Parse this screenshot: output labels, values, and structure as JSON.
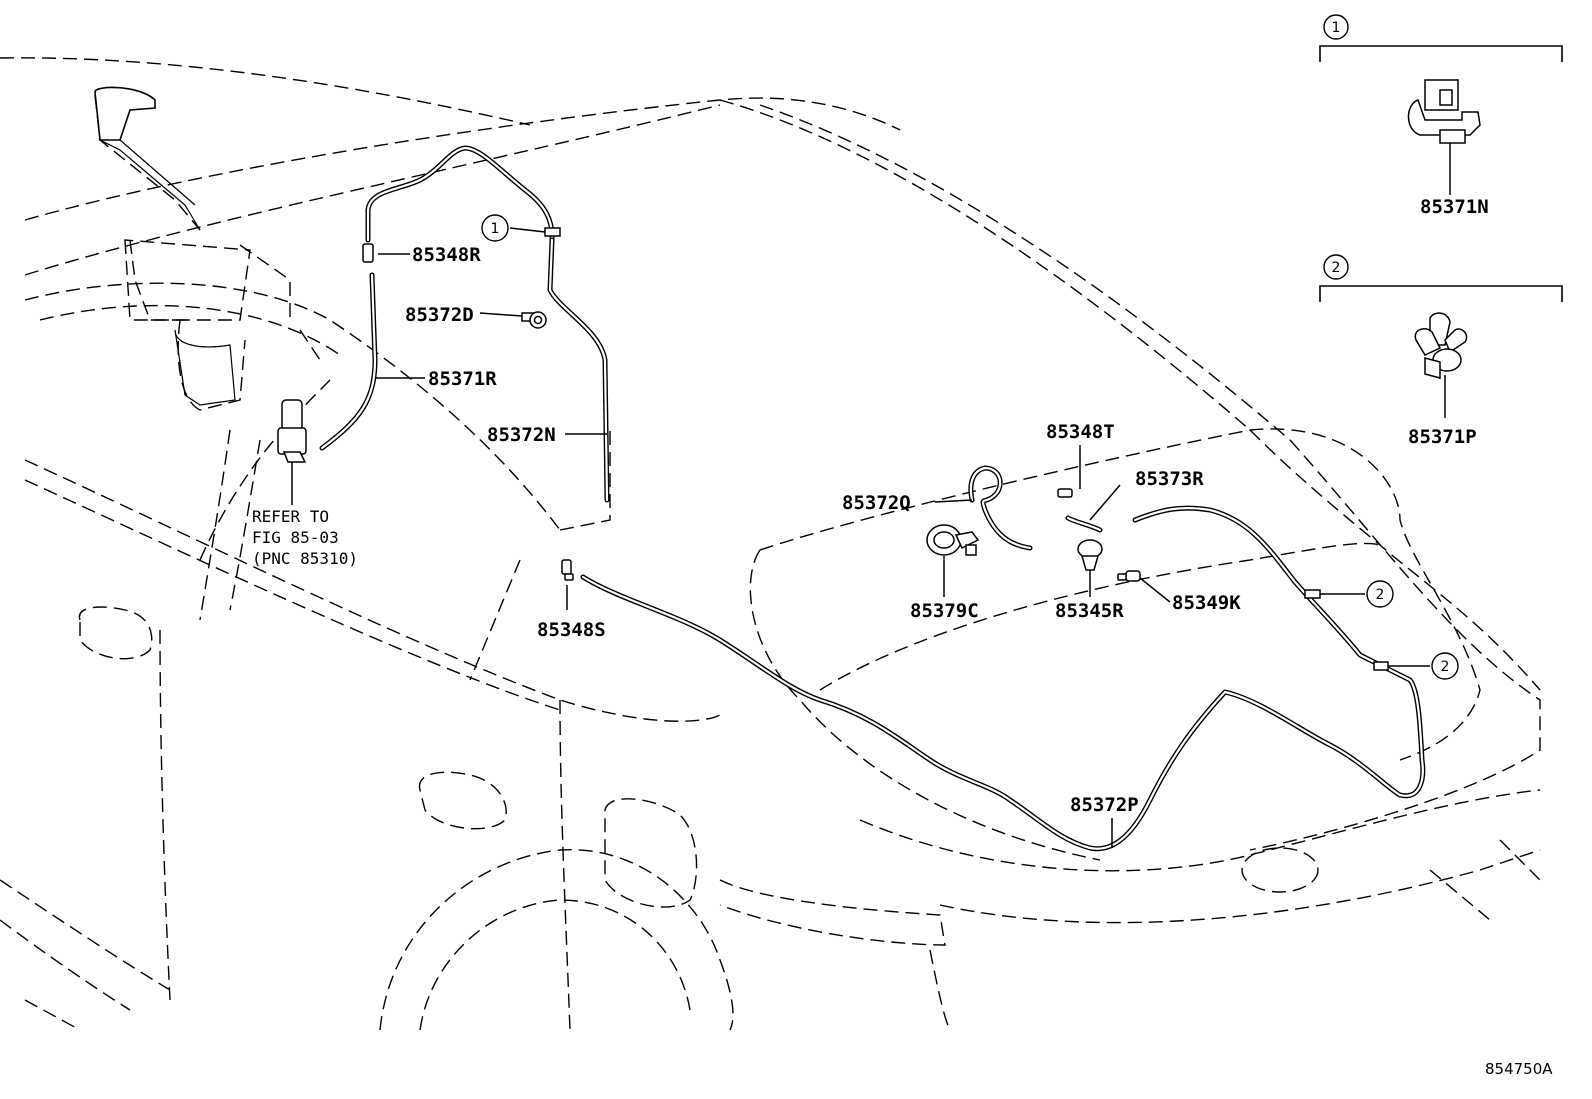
{
  "callouts": {
    "c1": "1",
    "c2": "2"
  },
  "legend": {
    "clip1_number": "1",
    "clip1_part": "85371N",
    "clip2_number": "2",
    "clip2_part": "85371P"
  },
  "parts": {
    "p85348R": "85348R",
    "p85372D": "85372D",
    "p85371R": "85371R",
    "p85372N": "85372N",
    "p85348S": "85348S",
    "p85348T": "85348T",
    "p85373R": "85373R",
    "p85372Q": "85372Q",
    "p85379C": "85379C",
    "p85345R": "85345R",
    "p85349K": "85349K",
    "p85372P": "85372P"
  },
  "reference_note": {
    "line1": "REFER TO",
    "line2": "FIG 85-03",
    "line3": "(PNC 85310)"
  },
  "illustration_code": "854750A"
}
